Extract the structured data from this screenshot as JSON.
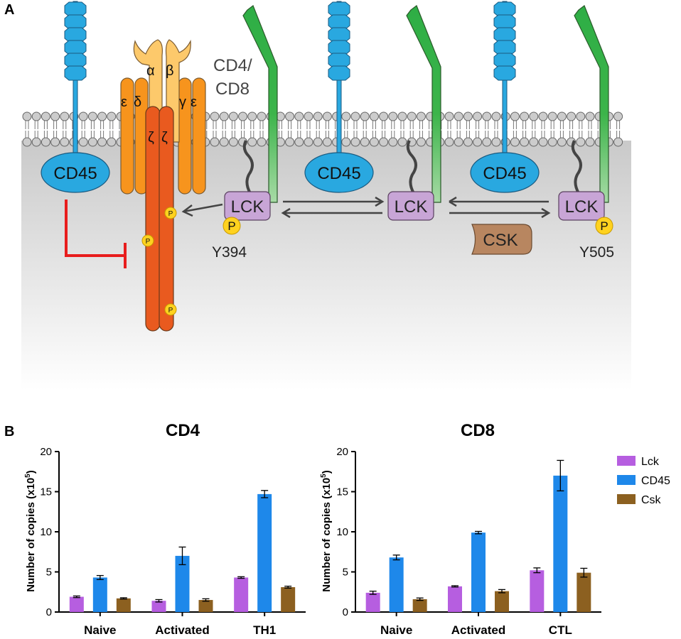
{
  "panel_a": {
    "label": "A",
    "tcr_chains": {
      "alpha": "α",
      "beta": "β",
      "epsilon_left": "ε",
      "delta": "δ",
      "gamma": "γ",
      "epsilon_right": "ε",
      "zeta_left": "ζ",
      "zeta_right": "ζ"
    },
    "coreceptor_line1": "CD4/",
    "coreceptor_line2": "CD8",
    "cd45_label": "CD45",
    "lck_label": "LCK",
    "csk_label": "CSK",
    "phospho_label": "P",
    "site_active": "Y394",
    "site_inhibitory": "Y505",
    "colors": {
      "cd45": "#29a8e0",
      "lck": "#c8a5d6",
      "csk": "#b88660",
      "coreceptor": "#3cb44a",
      "inhibit": "#e81d1d",
      "zeta": "#e95a1f",
      "cd3": "#f7941d",
      "tcr": "#fdc96b",
      "phospho": "#ffd21f"
    }
  },
  "panel_b": {
    "label": "B",
    "legend": [
      {
        "name": "Lck",
        "color": "#b65ee0"
      },
      {
        "name": "CD45",
        "color": "#1e88ea"
      },
      {
        "name": "Csk",
        "color": "#8c6020"
      }
    ]
  },
  "chart_data": [
    {
      "type": "bar",
      "title": "CD4",
      "ylabel": "Number of copies (x10",
      "ylabel_sup": "5",
      "ylabel_end": ")",
      "ylim": [
        0,
        20
      ],
      "yticks": [
        "0",
        "5",
        "10",
        "15",
        "20"
      ],
      "categories": [
        "Naive",
        "Activated",
        "TH1"
      ],
      "series": [
        {
          "name": "Lck",
          "values": [
            1.9,
            1.4,
            4.3
          ],
          "errors": [
            0.1,
            0.15,
            0.1
          ]
        },
        {
          "name": "CD45",
          "values": [
            4.3,
            7.0,
            14.7
          ],
          "errors": [
            0.25,
            1.1,
            0.45
          ]
        },
        {
          "name": "Csk",
          "values": [
            1.7,
            1.5,
            3.1
          ],
          "errors": [
            0.08,
            0.15,
            0.12
          ]
        }
      ]
    },
    {
      "type": "bar",
      "title": "CD8",
      "ylabel": "Number of copies (x10",
      "ylabel_sup": "5",
      "ylabel_end": ")",
      "ylim": [
        0,
        20
      ],
      "yticks": [
        "0",
        "5",
        "10",
        "15",
        "20"
      ],
      "categories": [
        "Naive",
        "Activated",
        "CTL"
      ],
      "series": [
        {
          "name": "Lck",
          "values": [
            2.4,
            3.2,
            5.2
          ],
          "errors": [
            0.2,
            0.08,
            0.3
          ]
        },
        {
          "name": "CD45",
          "values": [
            6.8,
            9.9,
            17.0
          ],
          "errors": [
            0.3,
            0.15,
            1.9
          ]
        },
        {
          "name": "Csk",
          "values": [
            1.6,
            2.6,
            4.9
          ],
          "errors": [
            0.15,
            0.2,
            0.55
          ]
        }
      ]
    }
  ]
}
